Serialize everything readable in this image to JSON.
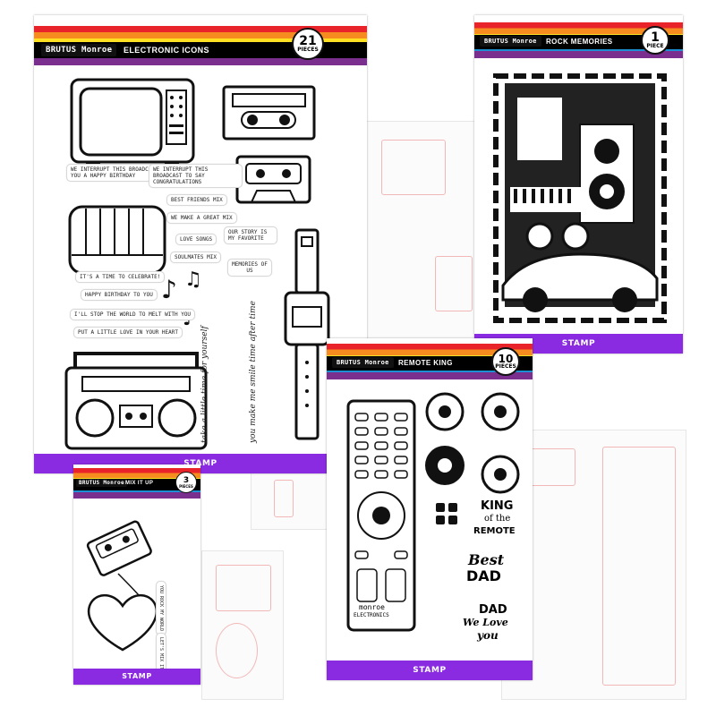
{
  "brand": "BRUTUS Monroe",
  "packages": {
    "electronic_icons": {
      "title": "ELECTRONIC ICONS",
      "count": "21",
      "count_label": "PIECES",
      "footer": "STAMP",
      "sentiments": [
        "WE INTERRUPT THIS BROADCAST TO WISH YOU A HAPPY BIRTHDAY",
        "WE INTERRUPT THIS BROADCAST TO SAY CONGRATULATIONS",
        "BEST FRIENDS MIX",
        "WE MAKE A GREAT MIX",
        "LOVE SONGS",
        "SOULMATES MIX",
        "OUR STORY IS MY FAVORITE",
        "MEMORIES OF US",
        "IT'S A TIME TO CELEBRATE!",
        "HAPPY BIRTHDAY TO YOU",
        "I'LL STOP THE WORLD TO MELT WITH YOU",
        "PUT A LITTLE LOVE IN YOUR HEART"
      ],
      "vertical_texts": [
        "take a little time for yourself",
        "you make me smile time after time"
      ]
    },
    "rock_memories": {
      "title": "ROCK MEMORIES",
      "count": "1",
      "count_label": "PIECE",
      "footer": "STAMP"
    },
    "remote_king": {
      "title": "REMOTE KING",
      "count": "10",
      "count_label": "PIECES",
      "footer": "STAMP",
      "texts": [
        "KING",
        "of the",
        "REMOTE",
        "Best",
        "DAD",
        "DAD",
        "We Love",
        "you",
        "monroe",
        "ELECTRONICS"
      ]
    },
    "mix_it_up": {
      "title": "MIX IT UP",
      "count": "3",
      "count_label": "PIECES",
      "footer": "STAMP",
      "texts": [
        "YOU ROCK MY WORLD",
        "LET'S MIX IT UP"
      ]
    }
  },
  "colors": {
    "rainbow": [
      "#e8242a",
      "#f68b1f",
      "#fde021",
      "#3db54a",
      "#1b8fd1",
      "#7a2e8e"
    ],
    "footer_purple": "#8a2be2",
    "brand_black": "#111111"
  }
}
